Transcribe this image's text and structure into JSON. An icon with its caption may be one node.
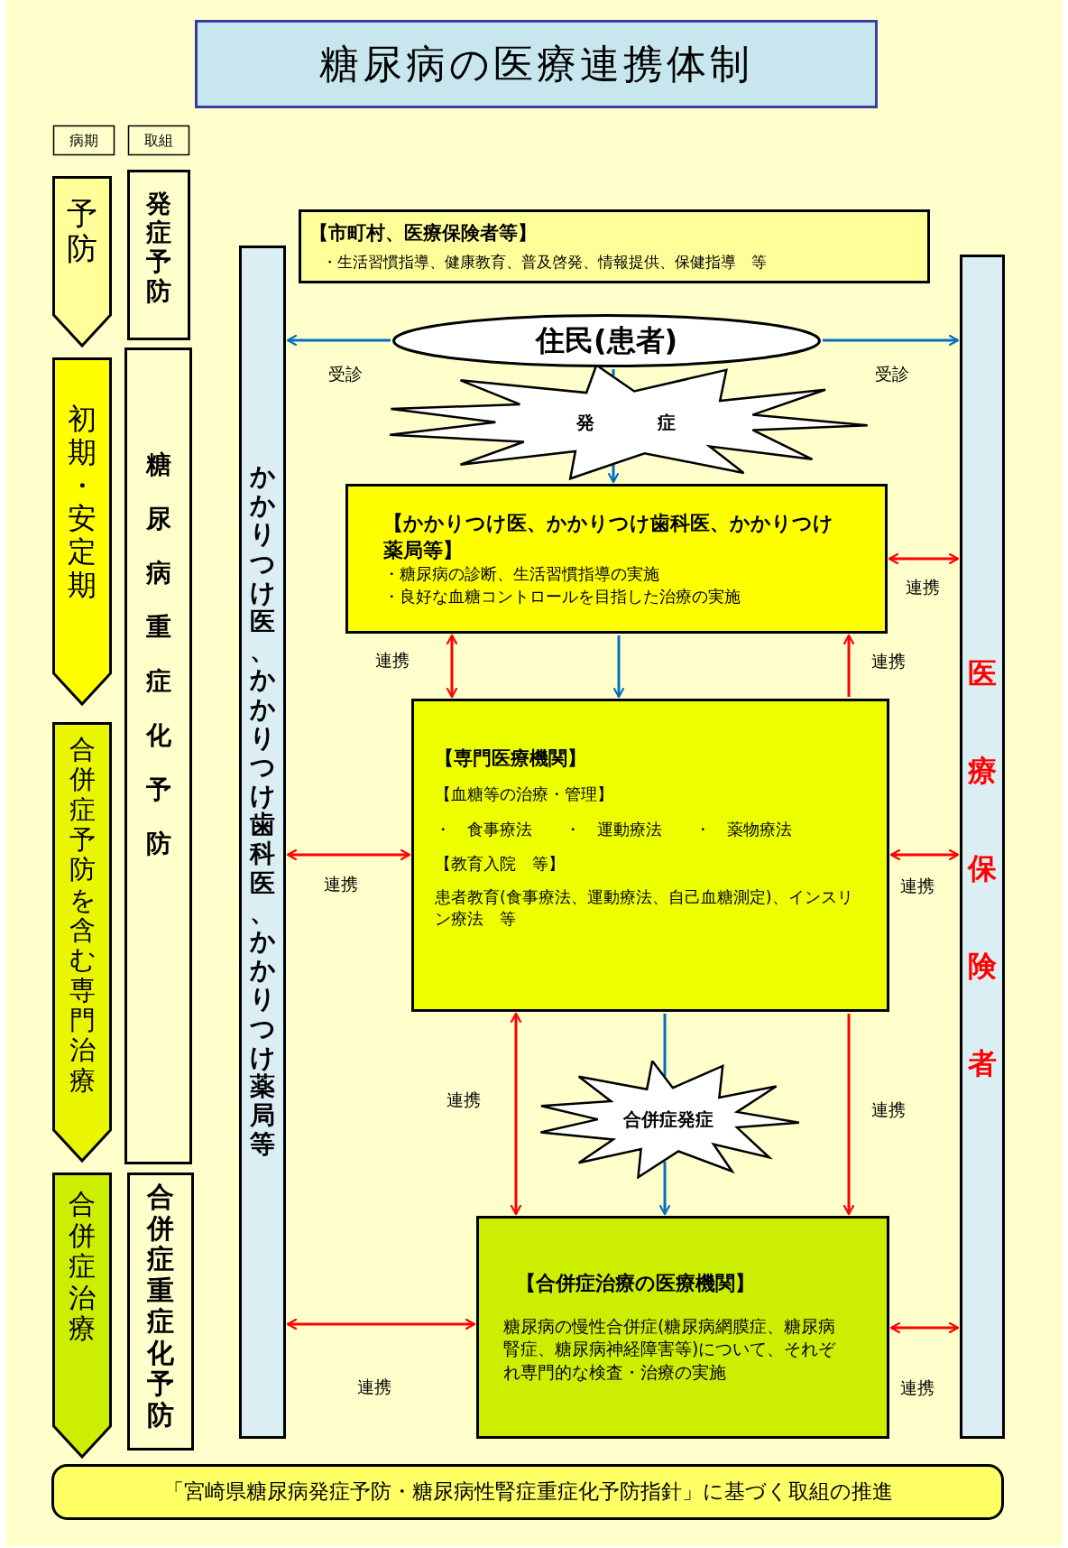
{
  "diagram": {
    "title": "糖尿病の医療連携体制",
    "nodes": [
      {
        "text": [
          "病期"
        ]
      },
      {
        "text": [
          "取組"
        ]
      },
      {
        "text": [
          "予防"
        ]
      },
      {
        "text": [
          "発症予防"
        ]
      },
      {
        "text": [
          "初期・安定期"
        ]
      },
      {
        "text": [
          "糖尿病重症化予防"
        ]
      },
      {
        "text": [
          "合併症予防を含む専門治療"
        ]
      },
      {
        "text": [
          "合併症治療"
        ]
      },
      {
        "text": [
          "合併症重症化予防"
        ]
      },
      {
        "text": [
          "かかりつけ医、かかりつけ歯科医、かかりつけ薬局等"
        ]
      },
      {
        "text": [
          "【市町村、医療保険者等】",
          "・生活習慣指導、健康教育、普及啓発、情報提供、保健指導　等"
        ]
      },
      {
        "text": [
          "医療保険者"
        ]
      },
      {
        "text": [
          "住民(患者)"
        ]
      },
      {
        "text": [
          "発",
          "症"
        ]
      },
      {
        "text": [
          "【かかりつけ医、かかりつけ歯科医、かかりつけ薬局等】",
          "・糖尿病の診断、生活習慣指導の実施",
          "・良好な血糖コントロールを目指した治療の実施"
        ]
      },
      {
        "text": [
          "【専門医療機関】",
          "【血糖等の治療・管理】",
          "・　食事療法　　・　運動療法　　・　薬物療法",
          "【教育入院　等】",
          "患者教育(食事療法、運動療法、自己血糖測定)、インスリン療法　等"
        ]
      },
      {
        "text": [
          "合併症発症"
        ]
      },
      {
        "text": [
          "【合併症治療の医療機関】",
          "糖尿病の慢性合併症(糖尿病網膜症、糖尿病腎症、糖尿病神経障害等)について、それぞれ専門的な検査・治療の実施"
        ]
      },
      {
        "text": [
          "「宮崎県糖尿病発症予防・糖尿病性腎症重症化予防指針」に基づく取組の推進"
        ]
      }
    ],
    "edges": [
      {
        "from": 12,
        "to": 9,
        "arrow": "to",
        "label": "受診",
        "color": "#0070c0"
      },
      {
        "from": 12,
        "to": 11,
        "arrow": "to",
        "label": "受診",
        "color": "#0070c0"
      },
      {
        "from": 12,
        "to": 13,
        "arrow": "none",
        "color": "#0070c0"
      },
      {
        "from": 13,
        "to": 14,
        "arrow": "to",
        "color": "#0070c0"
      },
      {
        "from": 14,
        "to": 11,
        "arrow": "both",
        "label": "連携"
      },
      {
        "from": 14,
        "to": 15,
        "arrow": "both",
        "label": "連携"
      },
      {
        "from": 14,
        "to": 15,
        "arrow": "to",
        "color": "#0070c0"
      },
      {
        "from": 15,
        "to": 14,
        "arrow": "to",
        "label": "連携"
      },
      {
        "from": 9,
        "to": 15,
        "arrow": "both",
        "label": "連携"
      },
      {
        "from": 15,
        "to": 11,
        "arrow": "both",
        "label": "連携"
      },
      {
        "from": 15,
        "to": 17,
        "arrow": "both",
        "label": "連携"
      },
      {
        "from": 15,
        "to": 16,
        "arrow": "none",
        "color": "#0070c0"
      },
      {
        "from": 16,
        "to": 17,
        "arrow": "to",
        "color": "#0070c0"
      },
      {
        "from": 15,
        "to": 17,
        "arrow": "to",
        "label": "連携"
      },
      {
        "from": 9,
        "to": 17,
        "arrow": "both",
        "label": "連携"
      },
      {
        "from": 17,
        "to": 11,
        "arrow": "both",
        "label": "連携"
      }
    ]
  }
}
